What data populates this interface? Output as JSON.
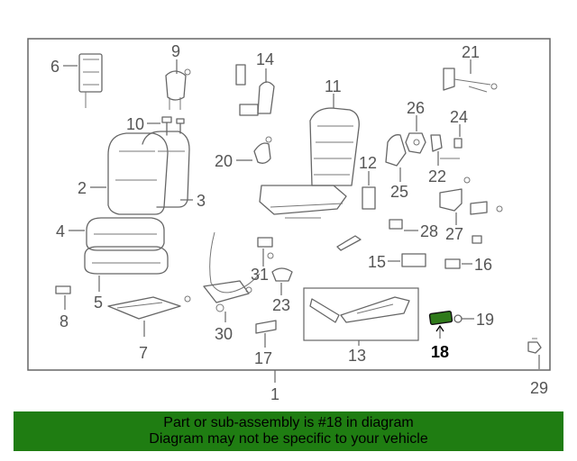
{
  "callouts": {
    "c1": "1",
    "c2": "2",
    "c3": "3",
    "c4": "4",
    "c5": "5",
    "c6": "6",
    "c7": "7",
    "c8": "8",
    "c9": "9",
    "c10": "10",
    "c11": "11",
    "c12": "12",
    "c13": "13",
    "c14": "14",
    "c15": "15",
    "c16": "16",
    "c17": "17",
    "c18": "18",
    "c19": "19",
    "c20": "20",
    "c21": "21",
    "c22": "22",
    "c23": "23",
    "c24": "24",
    "c25": "25",
    "c26": "26",
    "c27": "27",
    "c28": "28",
    "c29": "29",
    "c30": "30",
    "c31": "31"
  },
  "highlight": {
    "part_number": "18",
    "color": "#2f7a1a"
  },
  "banner": {
    "line1": "Part or sub-assembly is #18 in diagram",
    "line2": "Diagram may not be specific to your vehicle",
    "background": "#1f7d12"
  }
}
